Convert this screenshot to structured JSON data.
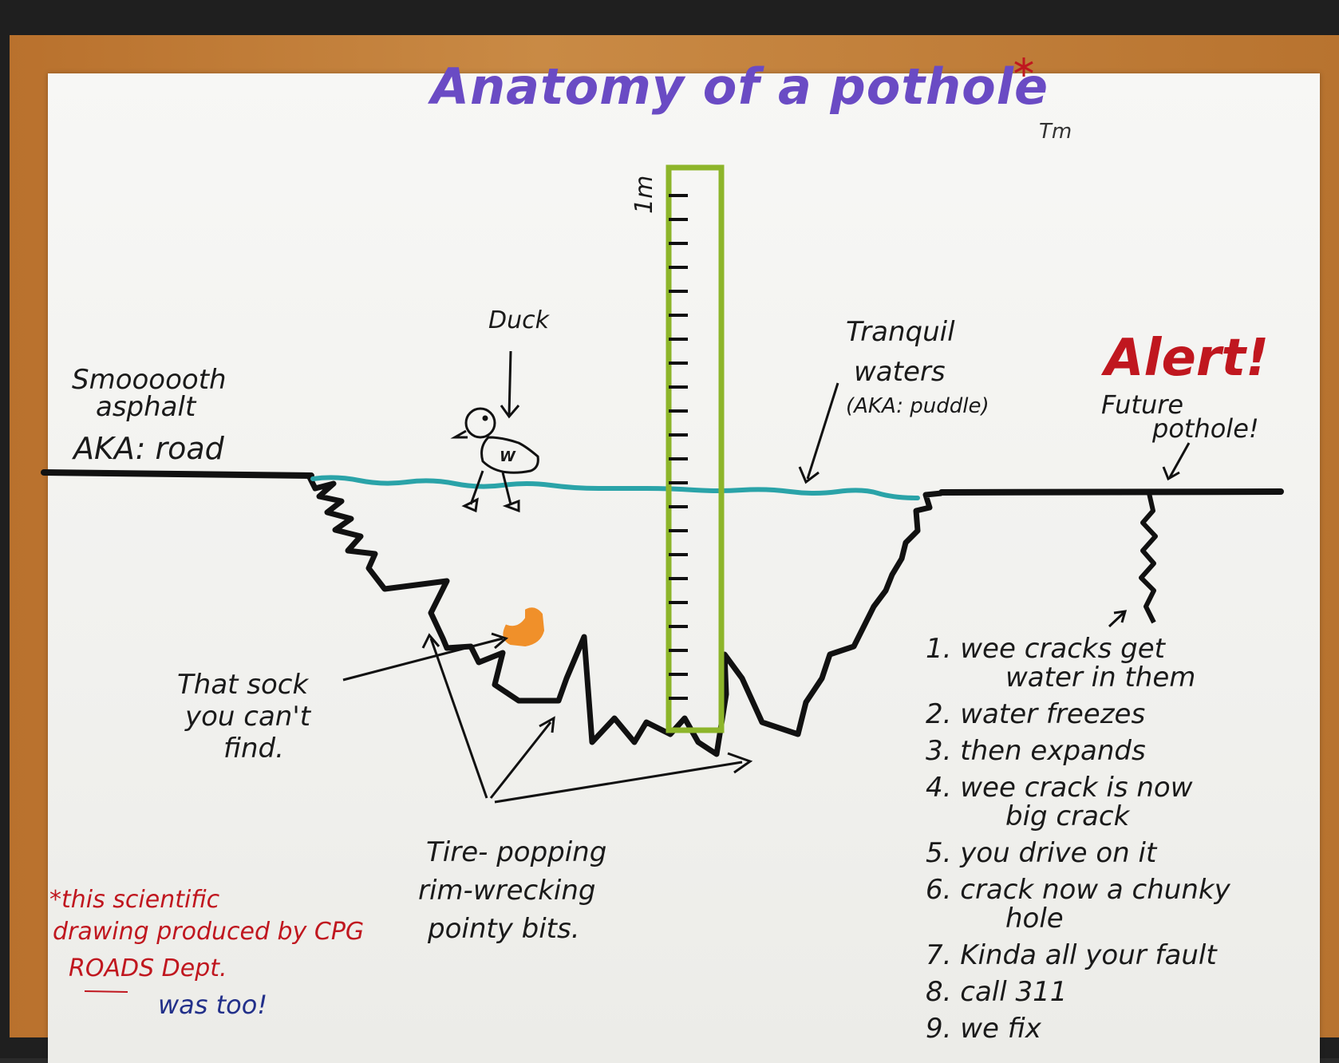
{
  "title": {
    "text": "Anatomy of a pothole",
    "asterisk": "*",
    "trademark": "Tm"
  },
  "ruler": {
    "unit": "1m"
  },
  "labels": {
    "road_line1": "Smoooooth",
    "road_line2": "asphalt",
    "road_line3": "AKA: road",
    "duck": "Duck",
    "duck_letter": "W",
    "waters_line1": "Tranquil",
    "waters_line2": "waters",
    "waters_line3": "(AKA: puddle)",
    "alert": "Alert!",
    "future_line1": "Future",
    "future_line2": "pothole!",
    "sock_line1": "That sock",
    "sock_line2": "you can't",
    "sock_line3": "find.",
    "tire_line1": "Tire- popping",
    "tire_line2": "rim-wrecking",
    "tire_line3": "pointy bits."
  },
  "steps": [
    {
      "text": "1. wee cracks get",
      "cont": "water in them"
    },
    {
      "text": "2. water freezes"
    },
    {
      "text": "3. then expands"
    },
    {
      "text": "4. wee crack is now",
      "cont": "big crack"
    },
    {
      "text": "5. you drive on it"
    },
    {
      "text": "6. crack now a chunky",
      "cont": "hole"
    },
    {
      "text": "7. Kinda all your fault"
    },
    {
      "text": "8. call 311"
    },
    {
      "text": "9. we fix"
    }
  ],
  "footnote": {
    "line1": "*this scientific",
    "line2": "drawing produced by CPG",
    "line3": "ROADS Dept.",
    "line4": "was too!"
  },
  "colors": {
    "title": "#6a4bc4",
    "water": "#2aa3a8",
    "ruler": "#8db52a",
    "sock": "#f0902a",
    "alert": "#c0171f",
    "footnote": "#c0171f",
    "footnote_addendum": "#22308a"
  }
}
